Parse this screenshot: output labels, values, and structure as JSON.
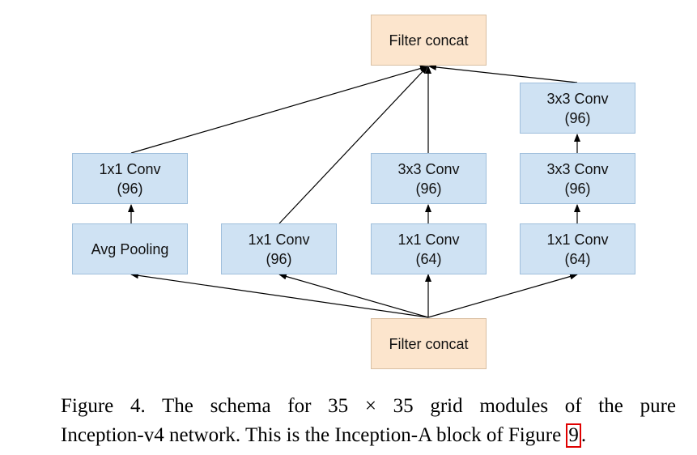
{
  "diagram": {
    "top_concat": "Filter concat",
    "bottom_concat": "Filter concat",
    "branch1": {
      "top": "1x1 Conv\n(96)",
      "bottom": "Avg Pooling"
    },
    "branch2": {
      "bottom": "1x1 Conv\n(96)"
    },
    "branch3": {
      "top": "3x3 Conv\n(96)",
      "bottom": "1x1 Conv\n(64)"
    },
    "branch4": {
      "top": "3x3 Conv\n(96)",
      "middle": "3x3 Conv\n(96)",
      "bottom": "1x1 Conv\n(64)"
    }
  },
  "caption": {
    "line1": "Figure 4. The schema for 35 × 35 grid modules of the pure",
    "line2_text": "Inception-v4 network. This is the Inception-A block of Figure ",
    "figure_ref": "9",
    "line2_end": "."
  },
  "colors": {
    "conv_fill": "#cfe2f3",
    "concat_fill": "#fce5cd",
    "reference_box": "#e00000"
  }
}
